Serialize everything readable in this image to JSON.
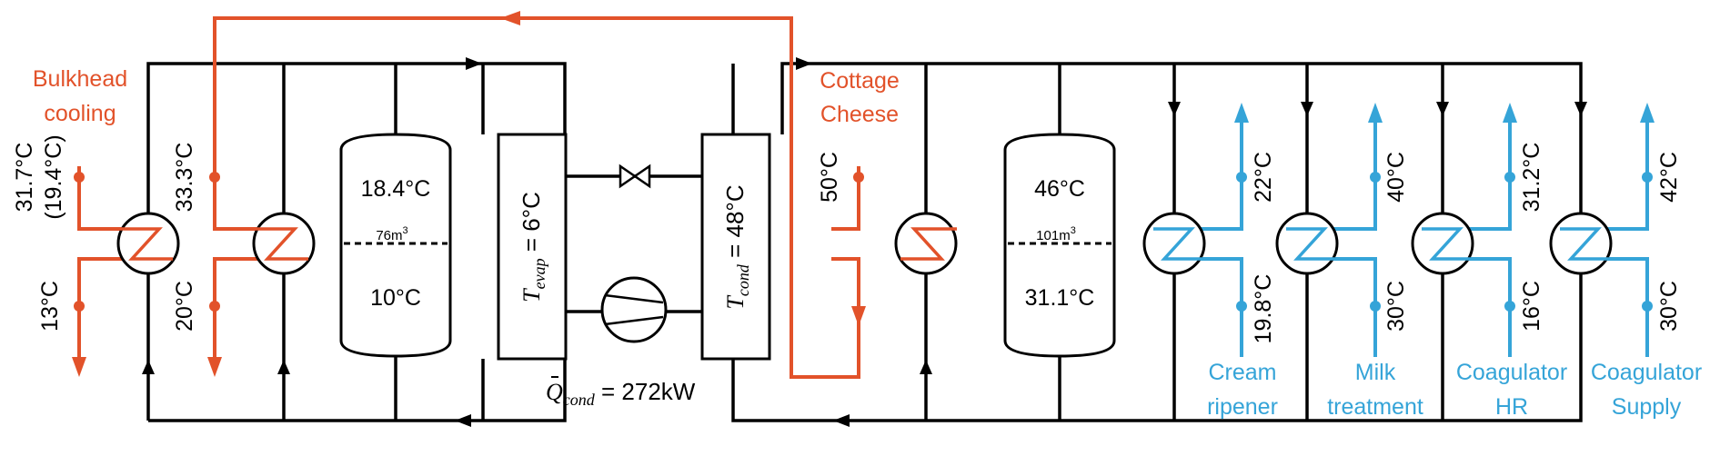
{
  "colors": {
    "hot_stream": "#E2522A",
    "cold_stream": "#35A4D8",
    "line": "#000000"
  },
  "left_loop": {
    "bulkhead": {
      "label_line1": "Bulkhead",
      "label_line2": "cooling",
      "temp_in": "31.7°C",
      "temp_in_alt": "(19.4°C)",
      "temp_out": "13°C"
    },
    "second_hx": {
      "temp_in": "33.3°C",
      "temp_out": "20°C"
    },
    "tank": {
      "temp_top": "18.4°C",
      "volume": "76m",
      "volume_sup": "3",
      "temp_bottom": "10°C"
    }
  },
  "heat_pump": {
    "evaporator": {
      "symbol": "T",
      "subscript": "evap",
      "value": " = 6°C"
    },
    "condenser": {
      "symbol": "T",
      "subscript": "cond",
      "value": " = 48°C"
    },
    "heat_rate": {
      "symbol": "Q",
      "subscript": "cond",
      "value": " = 272kW"
    }
  },
  "right_loop": {
    "cottage": {
      "label_line1": "Cottage",
      "label_line2": "Cheese",
      "temp": "50°C"
    },
    "tank": {
      "temp_top": "46°C",
      "volume": "101m",
      "volume_sup": "3",
      "temp_bottom": "31.1°C"
    },
    "consumers": [
      {
        "line1": "Cream",
        "line2": "ripener",
        "temp_out": "22°C",
        "temp_in": "19.8°C"
      },
      {
        "line1": "Milk",
        "line2": "treatment",
        "temp_out": "40°C",
        "temp_in": "30°C"
      },
      {
        "line1": "Coagulator",
        "line2": "HR",
        "temp_out": "31.2°C",
        "temp_in": "16°C"
      },
      {
        "line1": "Coagulator",
        "line2": "Supply",
        "temp_out": "42°C",
        "temp_in": "30°C"
      }
    ]
  }
}
